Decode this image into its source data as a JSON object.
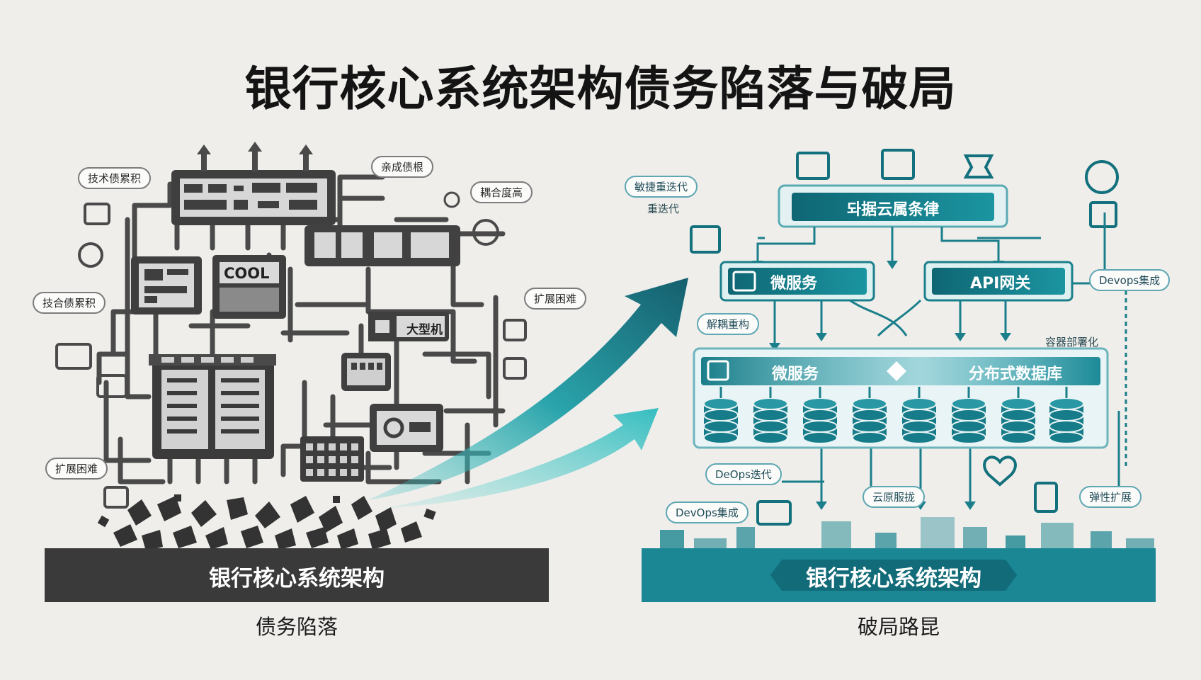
{
  "title": "银行核心系统架构债务陷落与破局",
  "left": {
    "base_label": "银行核心系统架构",
    "caption": "债务陷落",
    "labels": [
      "技术债累积",
      "技合债累积",
      "扩展困难",
      "扩展困难",
      "亲成债根",
      "耦合度高"
    ],
    "inner": [
      "COOL",
      "大型机"
    ]
  },
  "right": {
    "base_label": "银行核心系统架构",
    "caption": "破局路昆",
    "gateway": "돠据云属条律",
    "microservice_top": "微服务",
    "api_gateway": "API网关",
    "microservice_mid": "微服务",
    "distributed_db": "分布式数据库",
    "labels": [
      "敏捷重迭代",
      "重迭代",
      "解耦重构",
      "Devops集成",
      "容器部署化",
      "DeOps迭代",
      "DevOps集成",
      "云原服拢",
      "弹性扩展"
    ]
  },
  "colors": {
    "teal": "#1b8a96",
    "teal_dark": "#0f6673",
    "gray_dark": "#3b3b3b",
    "base_dark": "#3a3a3a"
  }
}
